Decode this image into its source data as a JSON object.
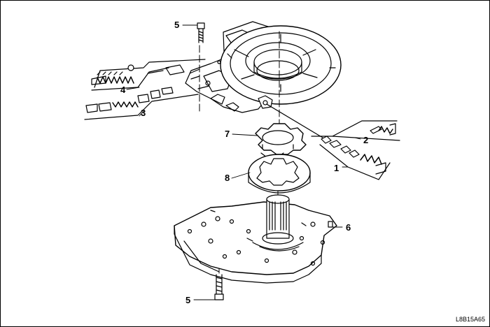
{
  "figure_code": "L8B15A65",
  "callouts": {
    "c1": "1",
    "c2": "2",
    "c3": "3",
    "c4": "4",
    "c5_top": "5",
    "c5_bottom": "5",
    "c6": "6",
    "c7": "7",
    "c8": "8"
  }
}
